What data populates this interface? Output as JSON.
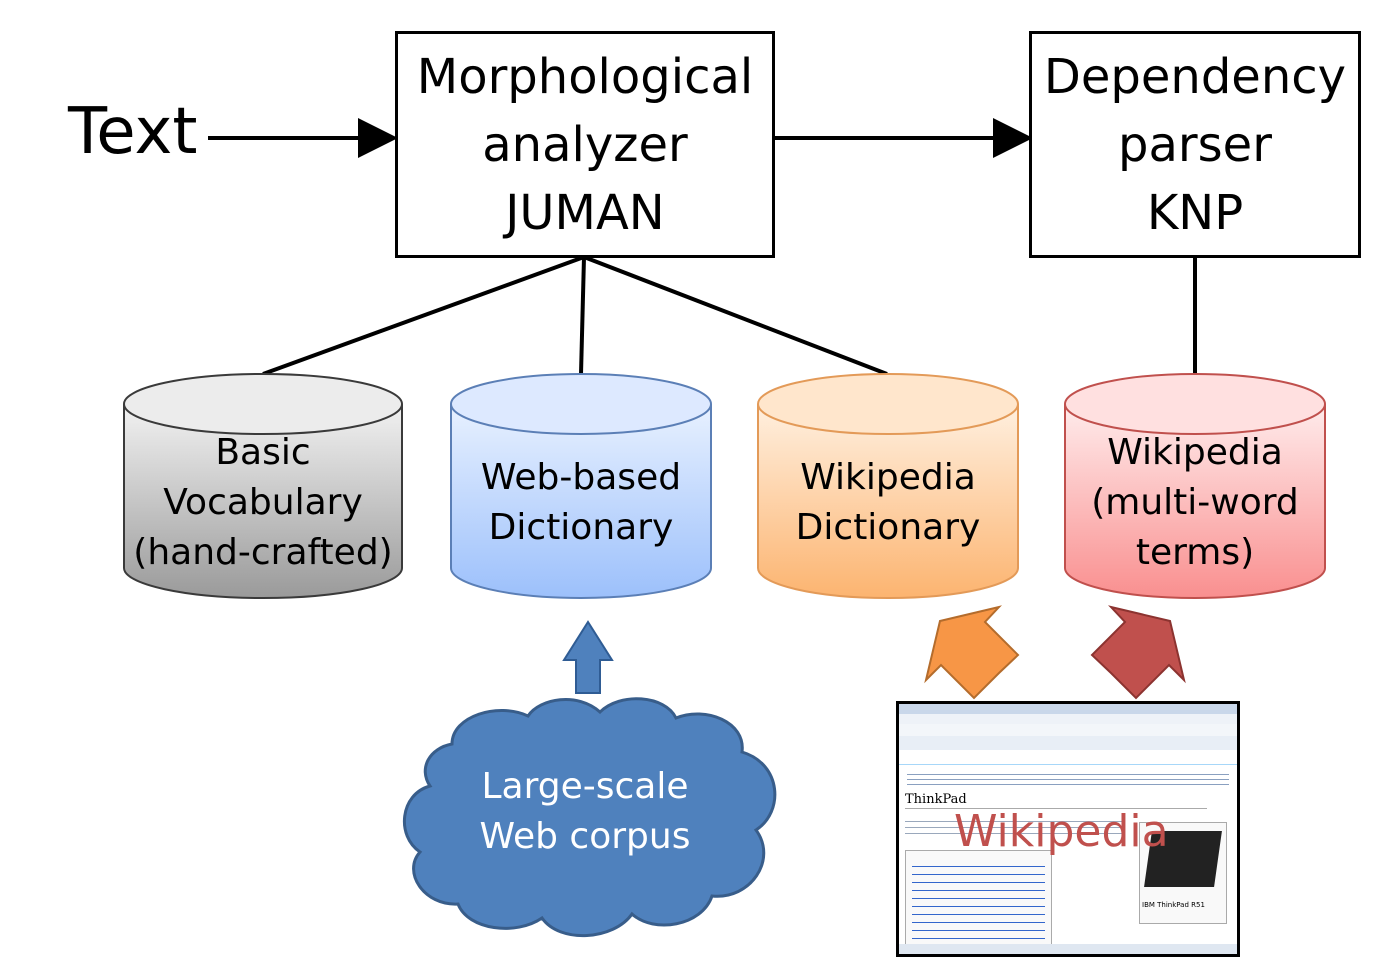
{
  "input": {
    "label": "Text"
  },
  "morph_box": {
    "lines": [
      "Morphological",
      "analyzer",
      "JUMAN"
    ]
  },
  "dep_box": {
    "lines": [
      "Dependency",
      "parser",
      "KNP"
    ]
  },
  "databases": [
    {
      "lines": [
        "Basic",
        "Vocabulary",
        "(hand-crafted)"
      ],
      "color": "#c8c8c8"
    },
    {
      "lines": [
        "Web-based",
        "Dictionary"
      ],
      "color": "#a8c8f8"
    },
    {
      "lines": [
        "Wikipedia",
        "Dictionary"
      ],
      "color": "#fbbf80"
    },
    {
      "lines": [
        "Wikipedia",
        "(multi-word",
        "terms)"
      ],
      "color": "#f9a5a5"
    }
  ],
  "cloud": {
    "lines": [
      "Large-scale",
      "Web corpus"
    ],
    "color": "#4f81bd"
  },
  "wiki_screenshot": {
    "overlay_label": "Wikipedia",
    "page_title": "ThinkPad",
    "caption": "IBM ThinkPad R51"
  },
  "arrow_colors": {
    "blue": "#4f81bd",
    "orange": "#f79646",
    "red": "#c0504d"
  }
}
